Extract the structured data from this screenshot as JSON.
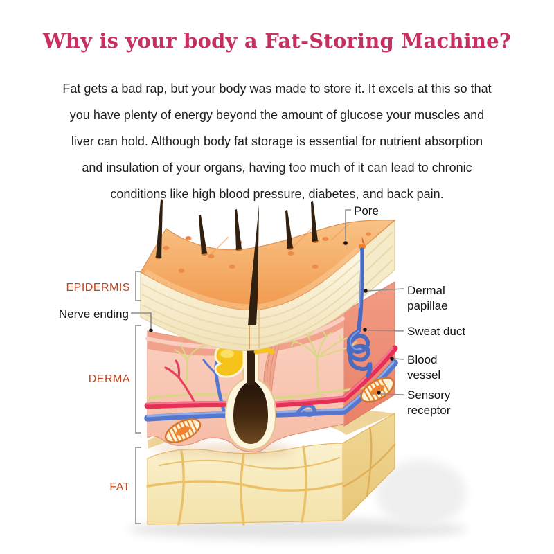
{
  "title": {
    "text": "Why is your body a Fat-Storing Machine?"
  },
  "intro": {
    "lines": [
      "Fat gets a bad rap, but your body was made to store it. It excels at this so that",
      "you have plenty of energy beyond the amount of glucose your muscles and",
      "liver can hold. Although body fat storage is essential for nutrient absorption",
      "and insulation of your organs, having too much of it can lead to chronic",
      "conditions like high blood pressure, diabetes, and back pain."
    ]
  },
  "diagram": {
    "layers": {
      "epidermis": "EPIDERMIS",
      "derma": "DERMA",
      "fat": "FAT"
    },
    "annotations": {
      "pore": "Pore",
      "nerve_ending": "Nerve ending",
      "dermal_papillae": {
        "line1": "Dermal",
        "line2": "papillae"
      },
      "sweat_duct": "Sweat duct",
      "blood_vessel": {
        "line1": "Blood",
        "line2": "vessel"
      },
      "sensory_receptor": {
        "line1": "Sensory",
        "line2": "receptor"
      }
    }
  },
  "colors": {
    "title": "#c5305f",
    "body_text": "#1e1e1e",
    "layer_label": "#c2431d",
    "annotation_text": "#141414",
    "leader": "#8e8e8e",
    "epidermis_top": "#f5a55c",
    "epidermis_front": "#faf2d8",
    "derma_front": "#f9c9b7",
    "derma_side": "#ee9078",
    "papillae_band": "#f1a28a",
    "fat_front": "#f8edc6",
    "fat_side": "#eed08b",
    "lobule_line": "#eac168",
    "vessel_red": "#e63055",
    "vessel_blue": "#5577cd",
    "nerve_fiber": "#d8d883",
    "hair": "#31200f",
    "gland_yellow": "#f5c31a",
    "muscle_pink": "#f0a68f",
    "receptor_orange": "#ef8430",
    "sweat_duct_blue": "#4a6bc0"
  }
}
